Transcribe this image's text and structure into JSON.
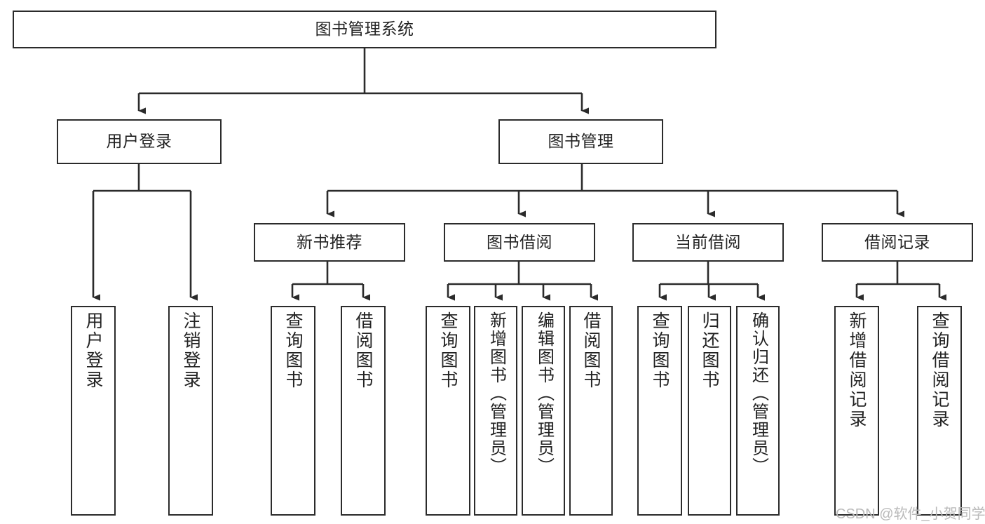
{
  "diagram": {
    "title": "图书管理系统",
    "type": "tree-hierarchy-chart",
    "root": {
      "label": "图书管理系统"
    },
    "level2": [
      {
        "label": "用户登录"
      },
      {
        "label": "图书管理"
      }
    ],
    "level3": [
      {
        "label": "新书推荐"
      },
      {
        "label": "图书借阅"
      },
      {
        "label": "当前借阅"
      },
      {
        "label": "借阅记录"
      }
    ],
    "leaves": {
      "user_login": [
        {
          "label": "用户登录"
        },
        {
          "label": "注销登录"
        }
      ],
      "new_book_recommend": [
        {
          "label": "查询图书"
        },
        {
          "label": "借阅图书"
        }
      ],
      "book_borrow": [
        {
          "label": "查询图书"
        },
        {
          "label": "新增图书（管理员）"
        },
        {
          "label": "编辑图书（管理员）"
        },
        {
          "label": "借阅图书"
        }
      ],
      "current_borrow": [
        {
          "label": "查询图书"
        },
        {
          "label": "归还图书"
        },
        {
          "label": "确认归还（管理员）"
        }
      ],
      "borrow_record": [
        {
          "label": "新增借阅记录"
        },
        {
          "label": "查询借阅记录"
        }
      ]
    }
  },
  "watermark": {
    "text": "CSDN @软件_小贺同学"
  },
  "colors": {
    "stroke": "#2b2b2b",
    "fill": "#ffffff",
    "text": "#232323",
    "watermark": "#b9b9b9"
  }
}
